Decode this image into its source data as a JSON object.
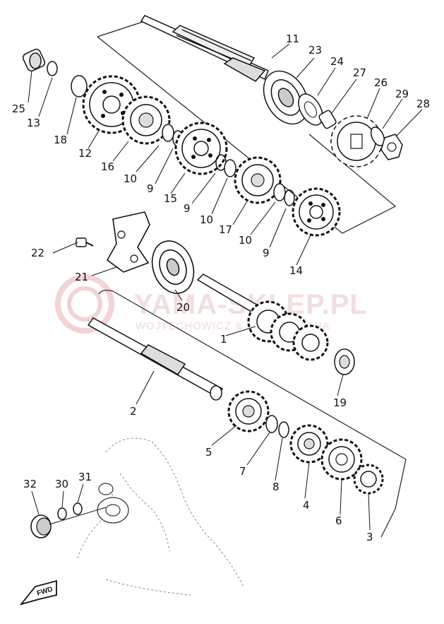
{
  "watermark": {
    "site": "YAMA-SKLEP.PL",
    "subtitle": "WOJTECHOWICZ & SYN - YAMAHA"
  },
  "fwd_label": "FWD",
  "parts": {
    "p1": "1",
    "p2": "2",
    "p3": "3",
    "p4": "4",
    "p5": "5",
    "p6": "6",
    "p7": "7",
    "p8": "8",
    "p9a": "9",
    "p9b": "9",
    "p9c": "9",
    "p10a": "10",
    "p10b": "10",
    "p10c": "10",
    "p11": "11",
    "p12": "12",
    "p13": "13",
    "p14": "14",
    "p15": "15",
    "p16": "16",
    "p17": "17",
    "p18": "18",
    "p19": "19",
    "p20": "20",
    "p21": "21",
    "p22": "22",
    "p23": "23",
    "p24": "24",
    "p25": "25",
    "p26": "26",
    "p27": "27",
    "p28": "28",
    "p29": "29",
    "p30": "30",
    "p31": "31",
    "p32": "32"
  }
}
